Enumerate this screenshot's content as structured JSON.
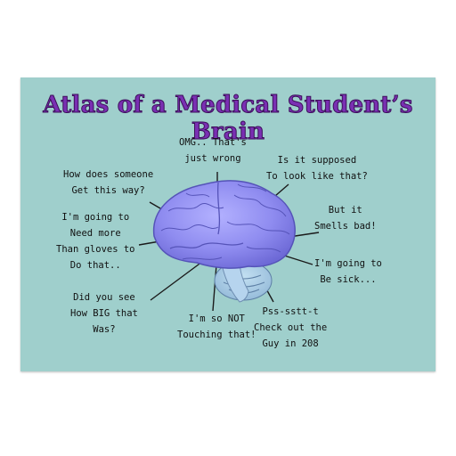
{
  "title": "Atlas of a Medical Student’s Brain",
  "colors": {
    "card_bg": "#9fcfcc",
    "brain": "#8f8cf0",
    "title": "#7a2fb3"
  },
  "notes": {
    "omg": [
      "OMG.. That's",
      "just wrong"
    ],
    "supposed": [
      "Is it supposed",
      "To look like that?"
    ],
    "how": [
      "How does someone",
      "Get this way?"
    ],
    "smells": [
      "But it",
      "Smells bad!"
    ],
    "gloves": [
      "I'm going to",
      "Need more",
      "Than gloves to",
      "Do that.."
    ],
    "sick": [
      "I'm going to",
      "Be sick..."
    ],
    "big": [
      "Did you see",
      "How BIG that",
      "Was?"
    ],
    "touching": [
      "I'm so NOT",
      "Touching that!"
    ],
    "pss": [
      "Pss-sstt-t",
      "Check out the",
      "Guy in 208"
    ]
  }
}
